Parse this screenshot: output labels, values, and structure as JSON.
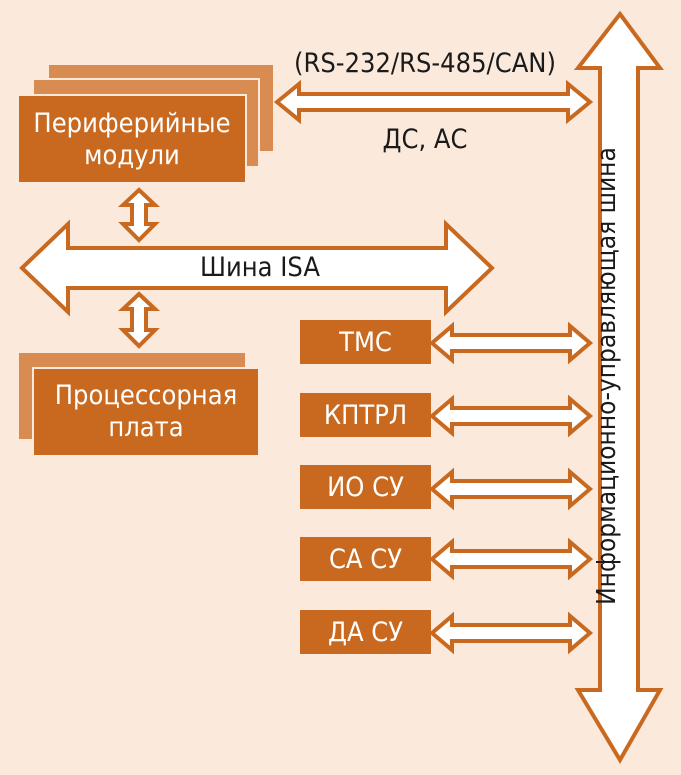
{
  "diagram": {
    "protocol_label": "(RS-232/RS-485/CAN)",
    "signals_label": "ДС, АС",
    "peripheral_label": "Периферийные\nмодули",
    "isa_bus_label": "Шина ISA",
    "processor_label": "Процессорная\nплата",
    "info_bus_label": "Информационно-управляющая шина",
    "controllers": [
      "ТМС",
      "КПТРЛ",
      "ИО СУ",
      "СА СУ",
      "ДА СУ"
    ],
    "colors": {
      "background": "#fbe9dc",
      "box_fill": "#c8691f",
      "box_back_fill": "#d98c52",
      "arrow_outline": "#c8691f",
      "arrow_fill": "#ffffff"
    }
  }
}
